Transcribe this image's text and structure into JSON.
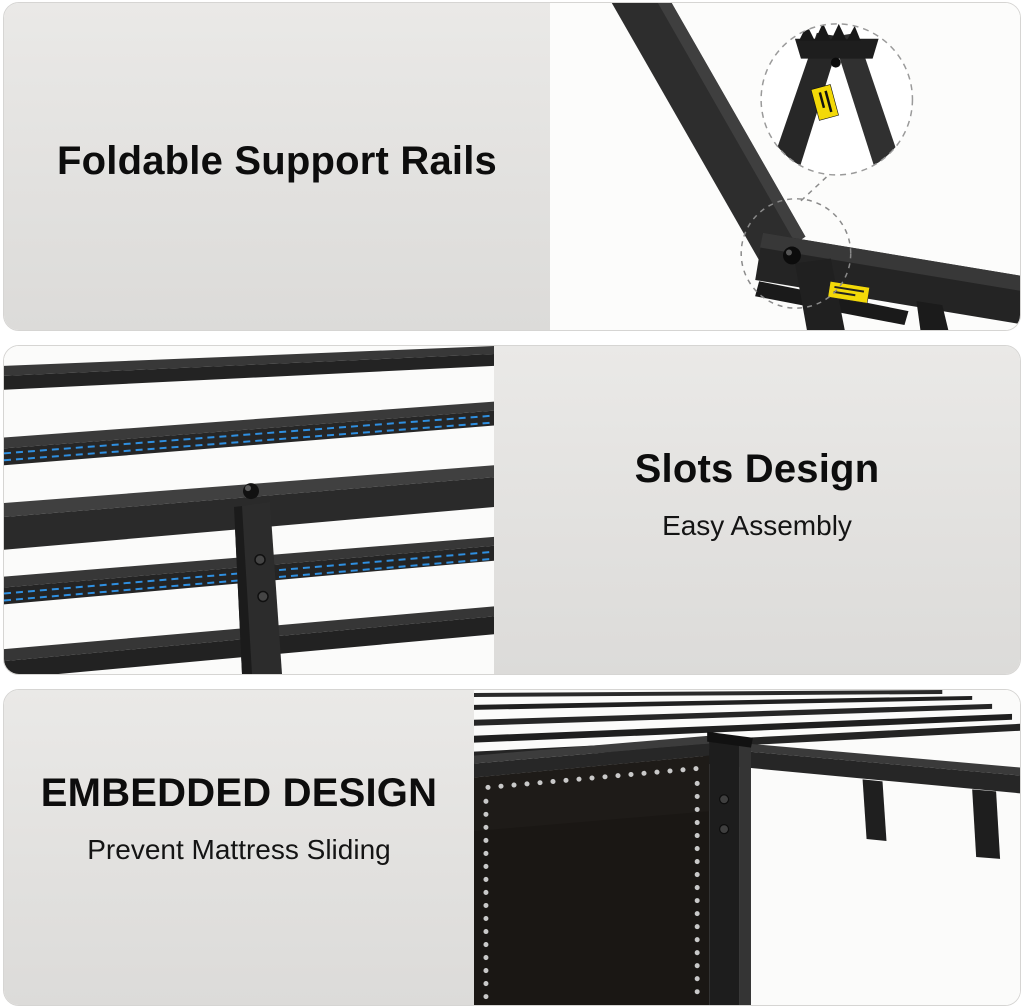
{
  "page": {
    "background": "#ffffff",
    "type": "product-feature-infographic"
  },
  "panels": [
    {
      "title": "Foldable Support Rails",
      "subtitle": ""
    },
    {
      "title": "Slots Design",
      "subtitle": "Easy Assembly"
    },
    {
      "title": "EMBEDDED DESIGN",
      "subtitle": "Prevent Mattress Sliding"
    }
  ],
  "photo_annotations": {
    "panel1": [
      "joint-highlight-dashed-circle",
      "zoom-inset-circle",
      "yellow-warning-label"
    ],
    "panel2": [
      "blue-stitching",
      "support-leg",
      "bolt"
    ],
    "panel3": [
      "nailhead-trim",
      "upholstered-corner-panel",
      "metal-slats"
    ]
  },
  "colors": {
    "panel_bg": "#e4e3e1",
    "photo_bg": "#fcfcfb",
    "metal_dark": "#262626",
    "accent_stitch": "#2f8fe0",
    "label_yellow": "#f3d908",
    "nailhead_silver": "#c9c9c9",
    "text": "#0d0d0d"
  }
}
